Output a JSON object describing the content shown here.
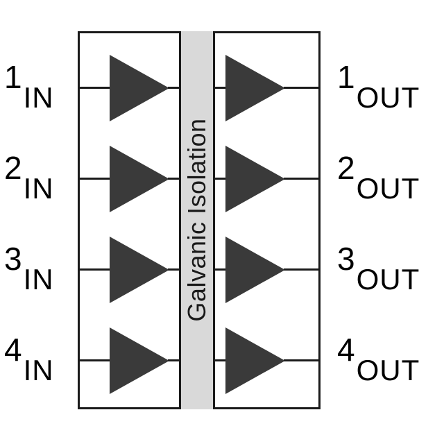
{
  "diagram": {
    "isolation_label": "Galvanic Isolation",
    "channels": [
      {
        "number": "1",
        "in_label": "IN",
        "out_label": "OUT"
      },
      {
        "number": "2",
        "in_label": "IN",
        "out_label": "OUT"
      },
      {
        "number": "3",
        "in_label": "IN",
        "out_label": "OUT"
      },
      {
        "number": "4",
        "in_label": "IN",
        "out_label": "OUT"
      }
    ],
    "colors": {
      "outline": "#1a1a1a",
      "triangle": "#3a3a3a",
      "barrier_fill": "#d9d9d9",
      "background": "#ffffff",
      "text": "#000000"
    }
  }
}
